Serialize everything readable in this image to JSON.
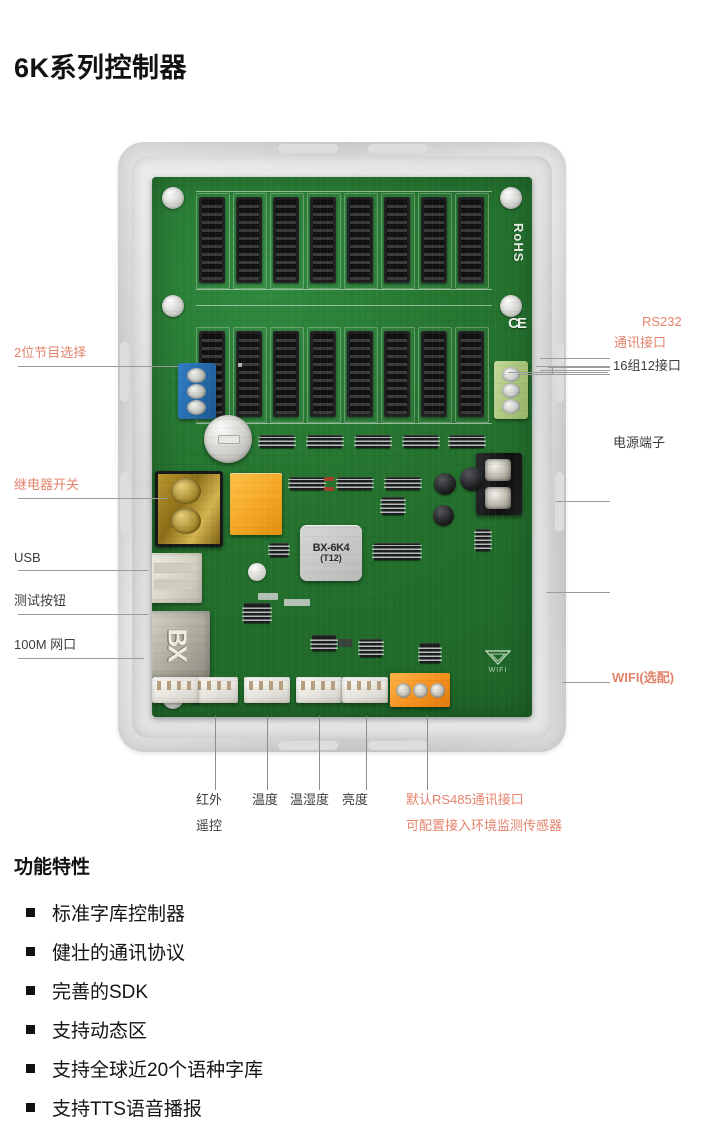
{
  "page": {
    "title": "6K系列控制器"
  },
  "board": {
    "mcu_line1": "BX-6K4",
    "mcu_line2": "(T12)",
    "rohs_mark": "RoHS",
    "ce_mark": "CE",
    "rj45_logo": "BX",
    "wifi_silk": "WIFI"
  },
  "callouts": {
    "right": [
      {
        "id": "ports-16x12",
        "text": "16组12接口",
        "color": "#3d3d3d"
      },
      {
        "id": "rs232-line1",
        "text": "RS232",
        "color": "#e4836c"
      },
      {
        "id": "rs232-line2",
        "text": "通讯接口",
        "color": "#e4836c"
      },
      {
        "id": "power-terminal",
        "text": "电源端子",
        "color": "#3d3d3d"
      },
      {
        "id": "wifi-optional",
        "text": "WIFI(选配)",
        "color": "#e4836c"
      }
    ],
    "left": [
      {
        "id": "program-select",
        "text": "2位节目选择",
        "color": "#e4836c"
      },
      {
        "id": "relay-switch",
        "text": "继电器开关",
        "color": "#e4836c"
      },
      {
        "id": "usb",
        "text": "USB",
        "color": "#3d3d3d"
      },
      {
        "id": "test-button",
        "text": "测试按钮",
        "color": "#3d3d3d"
      },
      {
        "id": "ethernet",
        "text": "100M 网口",
        "color": "#3d3d3d"
      }
    ],
    "bottom": [
      {
        "id": "ir-remote-l1",
        "text": "红外",
        "color": "#3d3d3d"
      },
      {
        "id": "ir-remote-l2",
        "text": "遥控",
        "color": "#3d3d3d"
      },
      {
        "id": "temperature",
        "text": "温度",
        "color": "#3d3d3d"
      },
      {
        "id": "temp-humidity",
        "text": "温湿度",
        "color": "#3d3d3d"
      },
      {
        "id": "brightness",
        "text": "亮度",
        "color": "#3d3d3d"
      },
      {
        "id": "rs485-l1",
        "text": "默认RS485通讯接口",
        "color": "#e4836c"
      },
      {
        "id": "rs485-l2",
        "text": "可配置接入环境监测传感器",
        "color": "#e4836c"
      }
    ]
  },
  "features": {
    "heading": "功能特性",
    "items": [
      "标准字库控制器",
      "健壮的通讯协议",
      "完善的SDK",
      "支持动态区",
      "支持全球近20个语种字库",
      "支持TTS语音播报"
    ]
  },
  "colors": {
    "accent_orange": "#e4836c",
    "label_dark": "#3d3d3d",
    "pcb_green": "#25742f",
    "tray_gray": "#dcdddd"
  }
}
